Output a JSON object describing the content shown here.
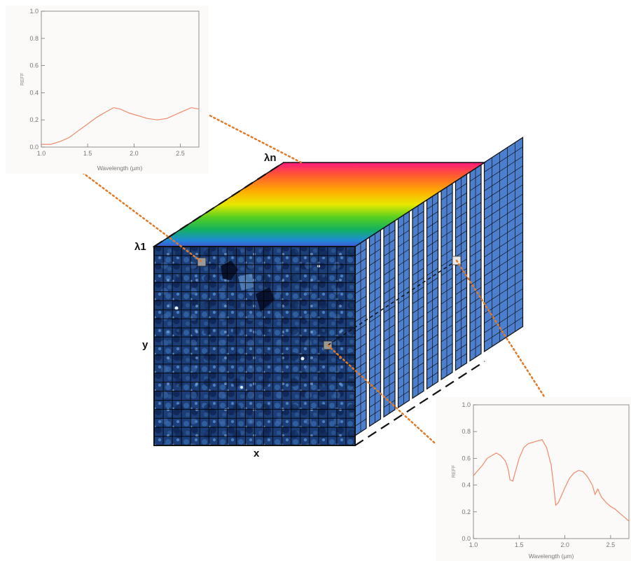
{
  "cube": {
    "lambda_n_label": "λn",
    "lambda_1_label": "λ1",
    "y_label": "y",
    "x_label": "x"
  },
  "colors": {
    "face": "#1b3e78",
    "side": "#4d7fcf",
    "connector": "#e07a28",
    "spectrum": "#f08a6a",
    "gradient": [
      "#ff1a7d",
      "#ff5a30",
      "#ffb000",
      "#e8e800",
      "#58d020",
      "#12b060",
      "#1e8ed0",
      "#3e58d8"
    ]
  },
  "chart_data": [
    {
      "type": "line",
      "title": "",
      "xlabel": "Wavelength (µm)",
      "ylabel": "REFF",
      "xlim": [
        1.0,
        2.7
      ],
      "ylim": [
        0.0,
        1.0
      ],
      "xticks": [
        "1.0",
        "1.5",
        "2.0",
        "2.5"
      ],
      "yticks": [
        "0.0",
        "0.2",
        "0.4",
        "0.6",
        "0.8",
        "1.0"
      ],
      "x": [
        1.0,
        1.1,
        1.2,
        1.3,
        1.4,
        1.5,
        1.6,
        1.7,
        1.78,
        1.85,
        1.95,
        2.05,
        2.15,
        2.25,
        2.35,
        2.45,
        2.55,
        2.62,
        2.7
      ],
      "y": [
        0.02,
        0.02,
        0.04,
        0.07,
        0.12,
        0.17,
        0.22,
        0.26,
        0.29,
        0.28,
        0.25,
        0.23,
        0.21,
        0.2,
        0.21,
        0.24,
        0.27,
        0.29,
        0.28
      ]
    },
    {
      "type": "line",
      "title": "",
      "xlabel": "Wavelength (µm)",
      "ylabel": "REFF",
      "xlim": [
        1.0,
        2.7
      ],
      "ylim": [
        0.0,
        1.0
      ],
      "xticks": [
        "1.0",
        "1.5",
        "2.0",
        "2.5"
      ],
      "yticks": [
        "0.0",
        "0.2",
        "0.4",
        "0.6",
        "0.8",
        "1.0"
      ],
      "x": [
        1.0,
        1.05,
        1.1,
        1.15,
        1.2,
        1.25,
        1.3,
        1.35,
        1.38,
        1.4,
        1.43,
        1.45,
        1.5,
        1.55,
        1.6,
        1.65,
        1.7,
        1.75,
        1.8,
        1.85,
        1.88,
        1.9,
        1.93,
        2.0,
        2.05,
        2.1,
        2.15,
        2.2,
        2.25,
        2.3,
        2.33,
        2.36,
        2.4,
        2.45,
        2.5,
        2.55,
        2.6,
        2.65,
        2.7
      ],
      "y": [
        0.47,
        0.51,
        0.55,
        0.6,
        0.62,
        0.64,
        0.62,
        0.58,
        0.52,
        0.44,
        0.43,
        0.48,
        0.6,
        0.68,
        0.71,
        0.72,
        0.73,
        0.74,
        0.68,
        0.55,
        0.38,
        0.25,
        0.27,
        0.38,
        0.45,
        0.49,
        0.51,
        0.5,
        0.46,
        0.4,
        0.33,
        0.37,
        0.31,
        0.27,
        0.24,
        0.22,
        0.19,
        0.16,
        0.13
      ]
    }
  ]
}
